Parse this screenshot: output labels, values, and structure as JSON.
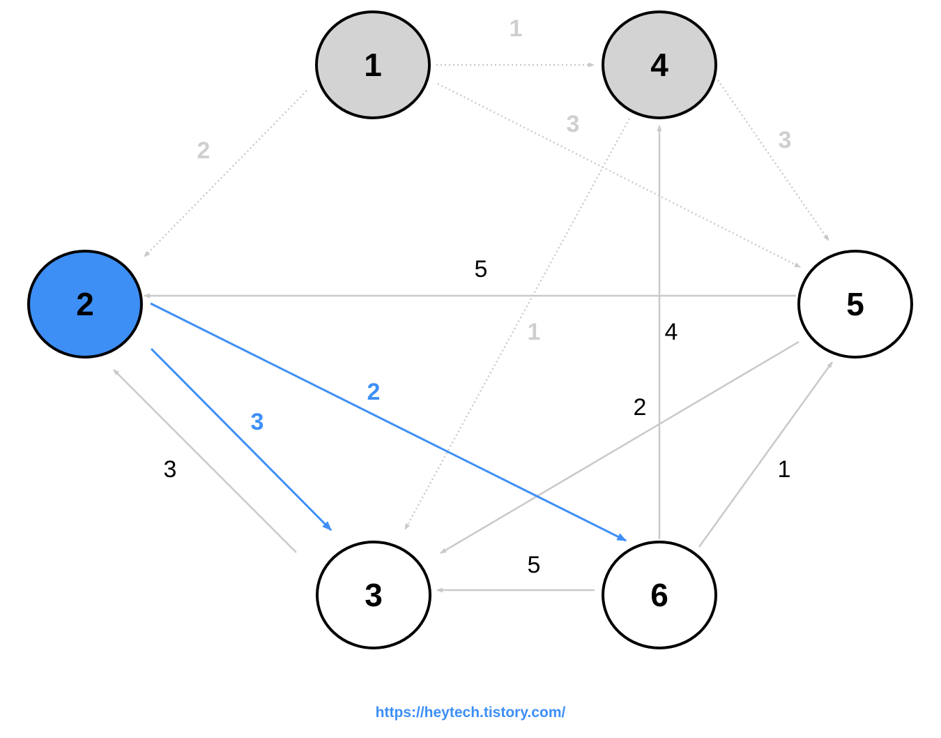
{
  "colors": {
    "visited_fill": "#d3d3d3",
    "current_fill": "#3d8ff6",
    "default_fill": "#ffffff",
    "node_stroke": "#000000",
    "inactive_edge": "#c9c9c9",
    "highlight_edge": "#3d8ff6",
    "edge_label_default": "#000000",
    "edge_label_faded": "#cfcfcf",
    "edge_label_highlight": "#3d8ff6"
  },
  "nodes": [
    {
      "id": "n1",
      "label": "1",
      "state": "visited"
    },
    {
      "id": "n4",
      "label": "4",
      "state": "visited"
    },
    {
      "id": "n2",
      "label": "2",
      "state": "current"
    },
    {
      "id": "n5",
      "label": "5",
      "state": "default"
    },
    {
      "id": "n3",
      "label": "3",
      "state": "default"
    },
    {
      "id": "n6",
      "label": "6",
      "state": "default"
    }
  ],
  "edges": [
    {
      "id": "e1-4",
      "from": "1",
      "to": "4",
      "weight": "1",
      "style": "dotted"
    },
    {
      "id": "e1-2",
      "from": "1",
      "to": "2",
      "weight": "2",
      "style": "dotted"
    },
    {
      "id": "e1-5",
      "from": "1",
      "to": "5",
      "weight": "3",
      "style": "dotted"
    },
    {
      "id": "e4-5",
      "from": "4",
      "to": "5",
      "weight": "3",
      "style": "dotted"
    },
    {
      "id": "e4-3",
      "from": "4",
      "to": "3",
      "weight": "1",
      "style": "dotted"
    },
    {
      "id": "e5-2",
      "from": "5",
      "to": "2",
      "weight": "5",
      "style": "solid"
    },
    {
      "id": "e6-4",
      "from": "6",
      "to": "4",
      "weight": "4",
      "style": "solid"
    },
    {
      "id": "e5-3",
      "from": "5",
      "to": "3",
      "weight": "2",
      "style": "solid"
    },
    {
      "id": "e6-5",
      "from": "6",
      "to": "5",
      "weight": "1",
      "style": "solid"
    },
    {
      "id": "e3-2",
      "from": "3",
      "to": "2",
      "weight": "3",
      "style": "solid"
    },
    {
      "id": "e6-3",
      "from": "6",
      "to": "3",
      "weight": "5",
      "style": "solid"
    },
    {
      "id": "e2-3",
      "from": "2",
      "to": "3",
      "weight": "3",
      "style": "highlight"
    },
    {
      "id": "e2-6",
      "from": "2",
      "to": "6",
      "weight": "2",
      "style": "highlight"
    }
  ],
  "footer": {
    "url": "https://heytech.tistory.com/"
  }
}
